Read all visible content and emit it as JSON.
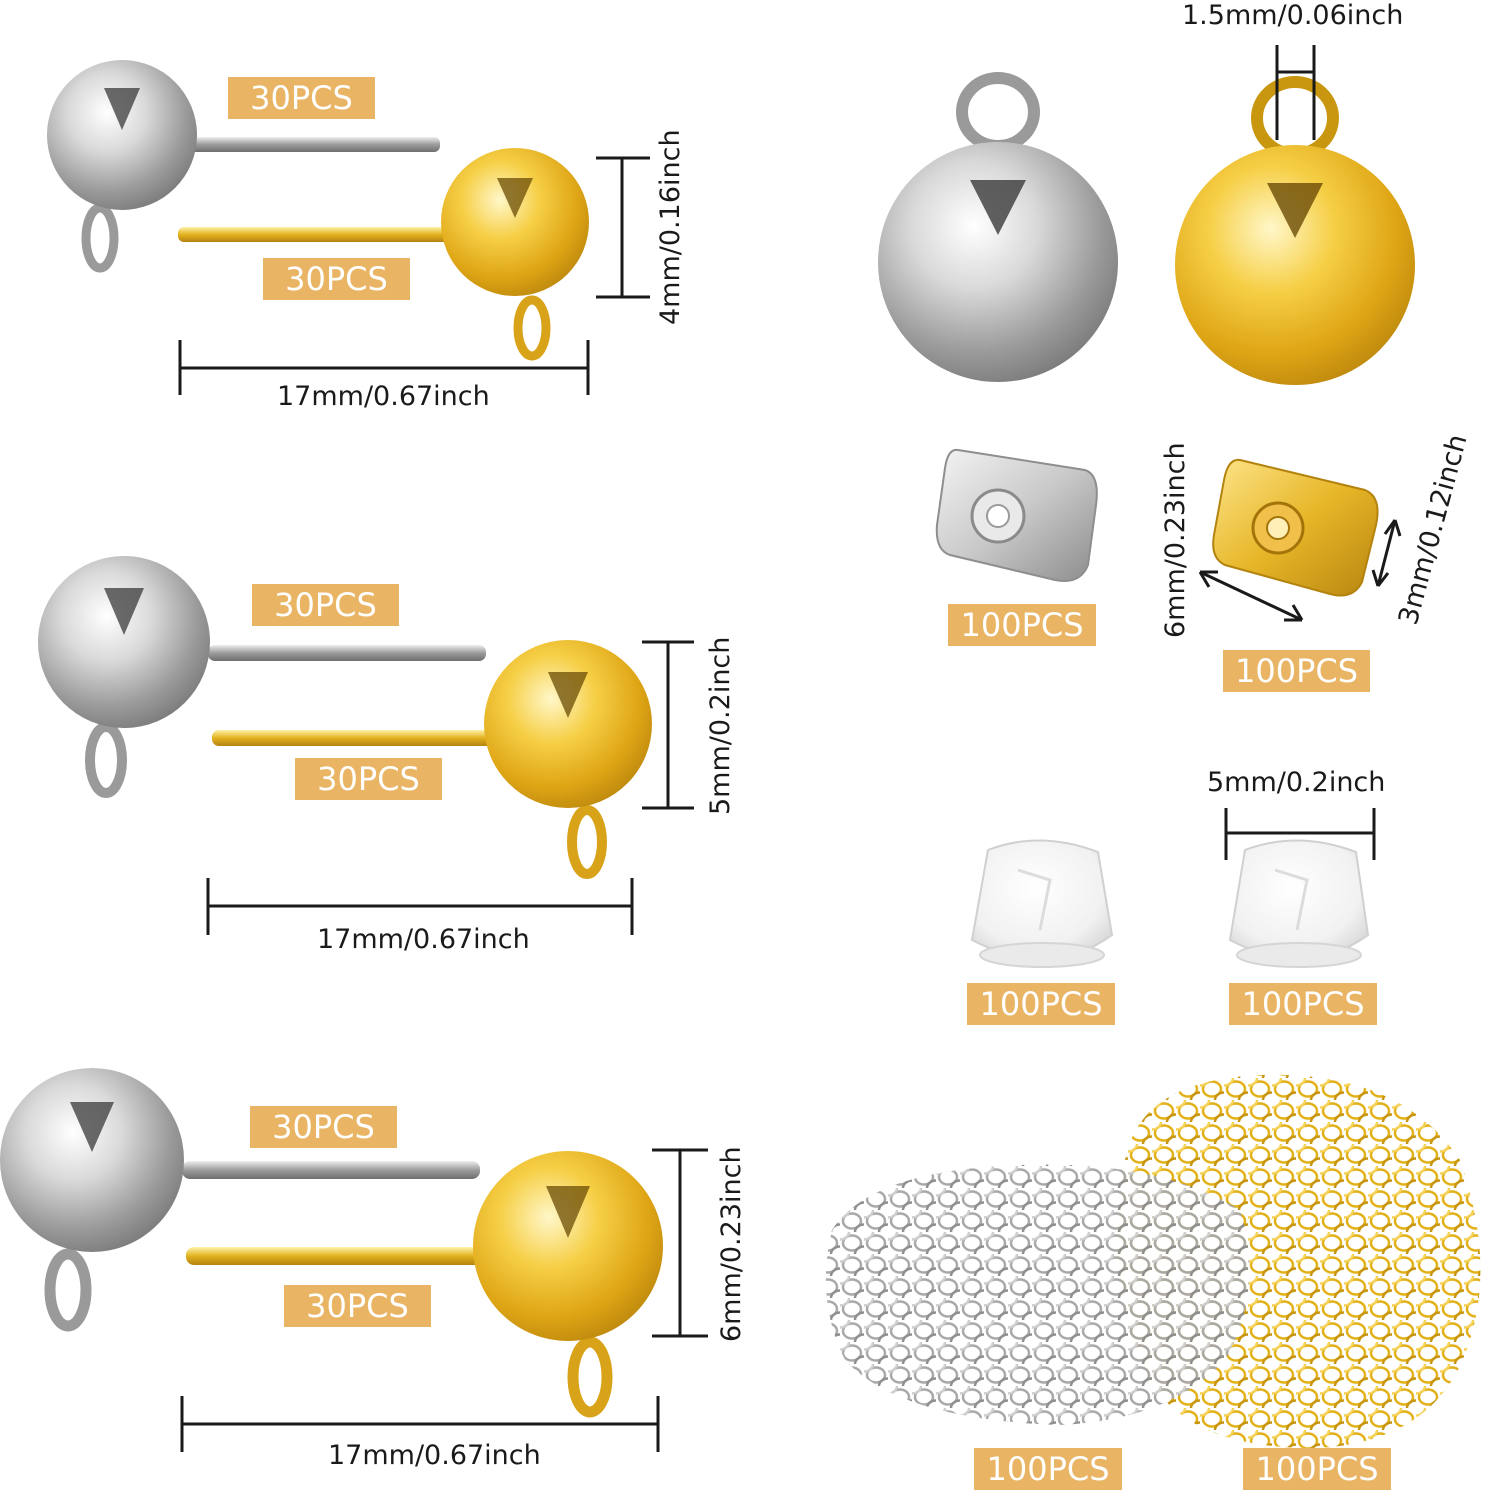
{
  "colors": {
    "badge": "#E9B565",
    "gold": "#E8B420",
    "silver": "#C8C8C8",
    "dimension_line": "#1a1a1a"
  },
  "studs": {
    "small": {
      "silver_qty": "30PCS",
      "gold_qty": "30PCS",
      "ball_size": "4mm/0.16inch",
      "length": "17mm/0.67inch"
    },
    "medium": {
      "silver_qty": "30PCS",
      "gold_qty": "30PCS",
      "ball_size": "5mm/0.2inch",
      "length": "17mm/0.67inch"
    },
    "large": {
      "silver_qty": "30PCS",
      "gold_qty": "30PCS",
      "ball_size": "6mm/0.23inch",
      "length": "17mm/0.67inch"
    }
  },
  "ball_charms": {
    "loop_size": "1.5mm/0.06inch"
  },
  "butterfly_backs": {
    "silver_qty": "100PCS",
    "gold_qty": "100PCS",
    "width": "6mm/0.23inch",
    "height": "3mm/0.12inch"
  },
  "rubber_backs": {
    "left_qty": "100PCS",
    "right_qty": "100PCS",
    "size": "5mm/0.2inch"
  },
  "jump_rings": {
    "silver_qty": "100PCS",
    "gold_qty": "100PCS"
  }
}
